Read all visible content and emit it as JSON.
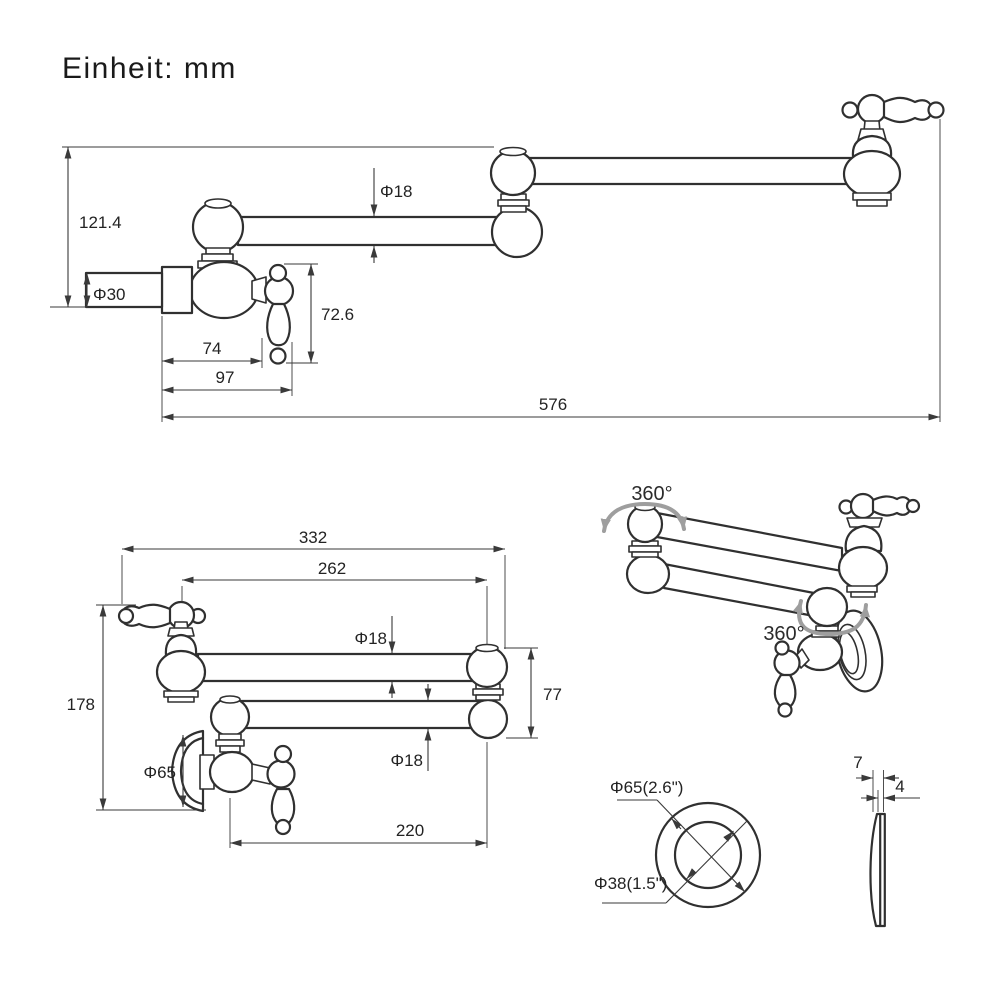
{
  "title": "Einheit: mm",
  "colors": {
    "background": "#ffffff",
    "outline": "#303030",
    "dimension": "#3a3a3a",
    "text": "#232323",
    "rotation_arrow": "#9e9e9e"
  },
  "top_view": {
    "dims": {
      "overall_height": "121.4",
      "inlet_diameter": "Φ30",
      "arm_diameter": "Φ18",
      "handle_length": "72.6",
      "offset_74": "74",
      "offset_97": "97",
      "max_reach": "576"
    }
  },
  "folded_view": {
    "dims": {
      "overall_length": "332",
      "spout_to_joint": "262",
      "upper_arm_diameter": "Φ18",
      "lower_arm_diameter": "Φ18",
      "joint_height": "77",
      "overall_height": "178",
      "flange_diameter": "Φ65",
      "body_to_joint": "220"
    }
  },
  "rotation_view": {
    "mid_joint_rotation": "360°",
    "base_joint_rotation": "360°"
  },
  "flange_detail": {
    "outer_diameter": "Φ65(2.6\")",
    "inner_diameter": "Φ38(1.5\")",
    "total_depth": "7",
    "rim_depth": "4"
  }
}
